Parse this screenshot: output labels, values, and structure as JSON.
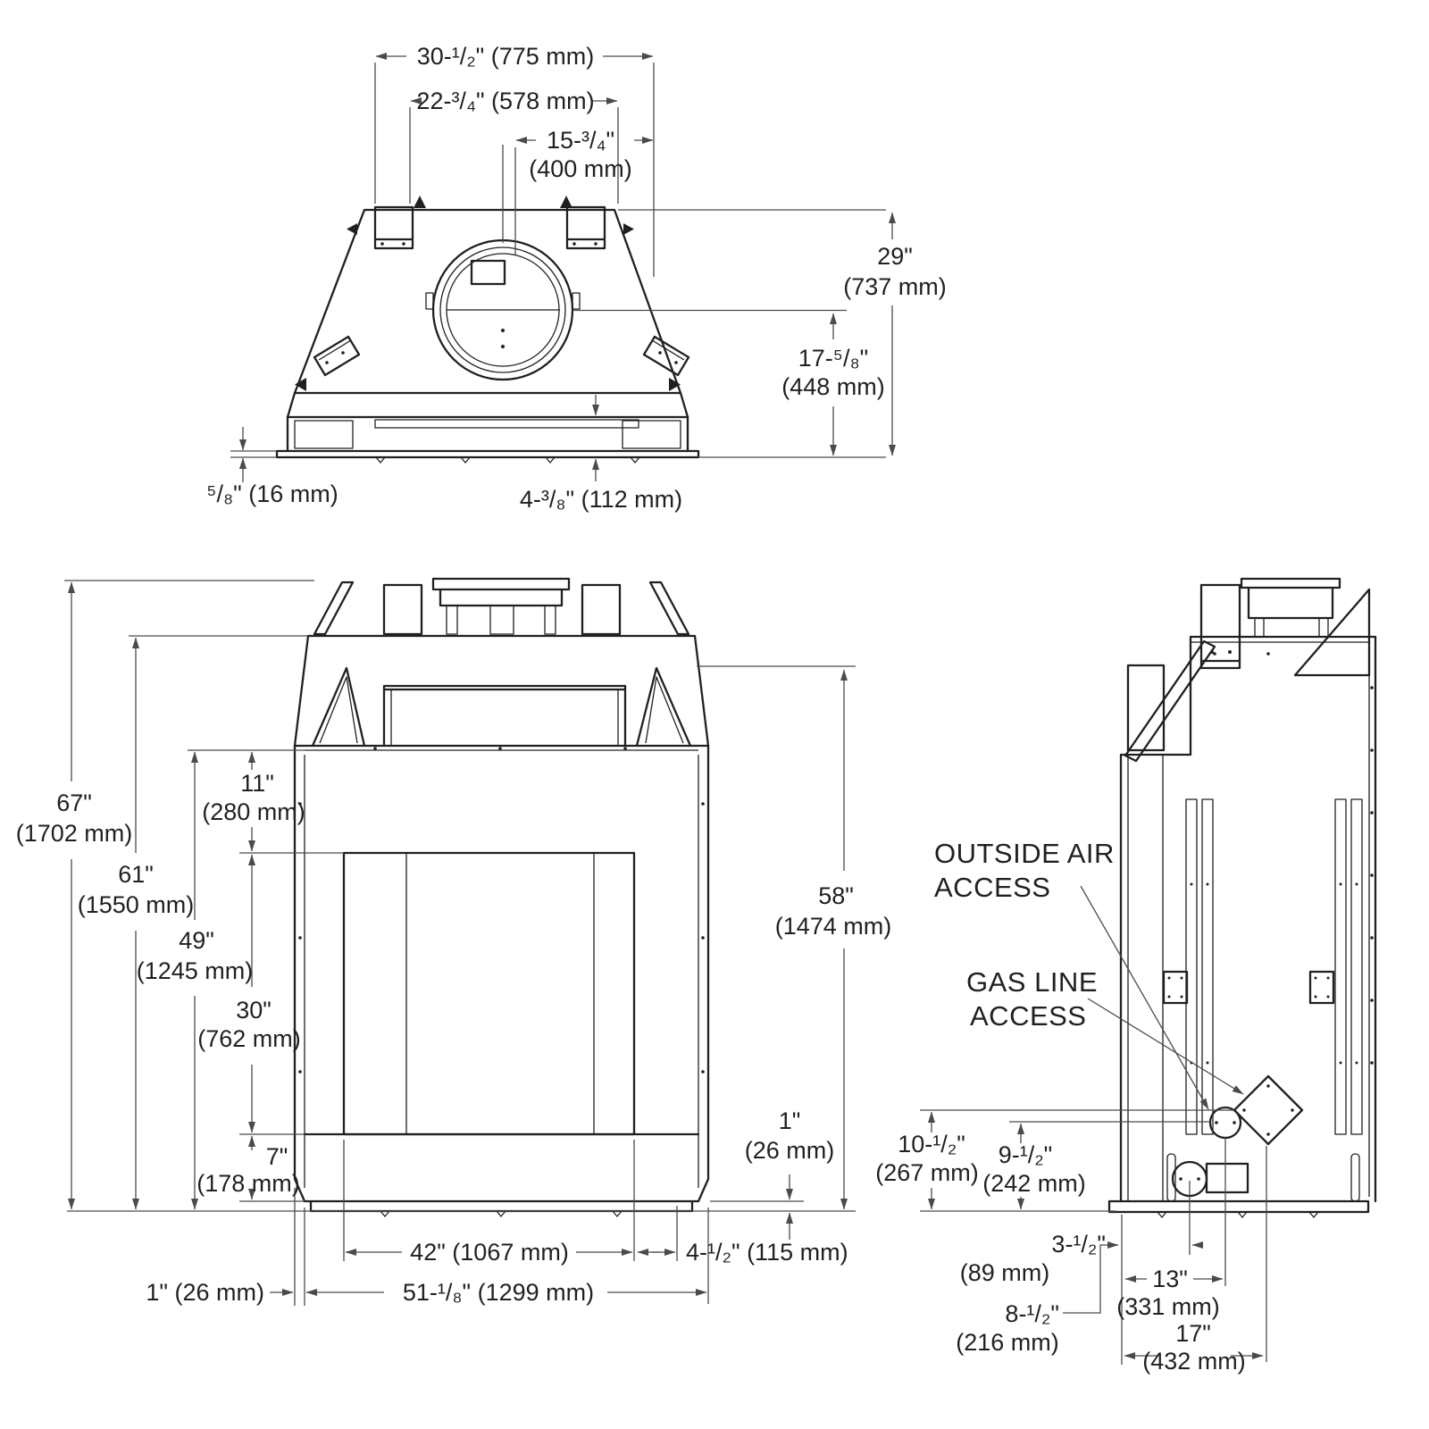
{
  "meta": {
    "title": "Fireplace installation dimension diagram"
  },
  "colors": {
    "background": "#ffffff",
    "object_line": "#231f20",
    "dimension_line": "#4a4b4d",
    "text": "#231f20"
  },
  "views": {
    "top_view": {
      "dims": {
        "overall_width": "30-¹/₂\" (775 mm)",
        "inner_width": "22-³/₄\" (578 mm)",
        "flue_offset": "15-³/₄\"",
        "flue_offset_mm": "(400 mm)",
        "overall_depth": "29\"",
        "overall_depth_mm": "(737 mm)",
        "flue_center_depth": "17-⁵/₈\"",
        "flue_center_depth_mm": "(448 mm)",
        "base_lip": "⁵/₈\" (16 mm)",
        "base_height": "4-³/₈\" (112 mm)"
      }
    },
    "front_view": {
      "dims": {
        "overall_height": "67\"",
        "overall_height_mm": "(1702 mm)",
        "body_height": "61\"",
        "body_height_mm": "(1550 mm)",
        "face_height": "49\"",
        "face_height_mm": "(1245 mm)",
        "opening_offset": "11\"",
        "opening_offset_mm": "(280 mm)",
        "opening_height": "30\"",
        "opening_height_mm": "(762 mm)",
        "rear_height": "58\"",
        "rear_height_mm": "(1474 mm)",
        "hearth_height": "7\"",
        "hearth_height_mm": "(178 mm)",
        "base_gap_right": "1\"",
        "base_gap_right_mm": "(26 mm)",
        "base_gap_left": "1\" (26 mm)",
        "opening_width": "42\" (1067 mm)",
        "overall_width": "51-¹/₈\" (1299 mm)",
        "side_panel_width": "4-¹/₂\" (115 mm)"
      }
    },
    "side_view": {
      "labels": {
        "outside_air_1": "OUTSIDE AIR",
        "outside_air_2": "ACCESS",
        "gas_line_1": "GAS LINE",
        "gas_line_2": "ACCESS"
      },
      "dims": {
        "outside_air_height": "10-¹/₂\"",
        "outside_air_height_mm": "(267 mm)",
        "gas_knockout_height": "9-¹/₂\"",
        "gas_knockout_height_mm": "(242 mm)",
        "gas_line_height": "3-¹/₂\"",
        "gas_line_height_mm": "(89 mm)",
        "gas_line_depth": "8-¹/₂\"",
        "gas_line_depth_mm": "(216 mm)",
        "outside_air_depth": "13\"",
        "outside_air_depth_mm": "(331 mm)",
        "knockout_depth": "17\"",
        "knockout_depth_mm": "(432 mm)"
      }
    }
  }
}
